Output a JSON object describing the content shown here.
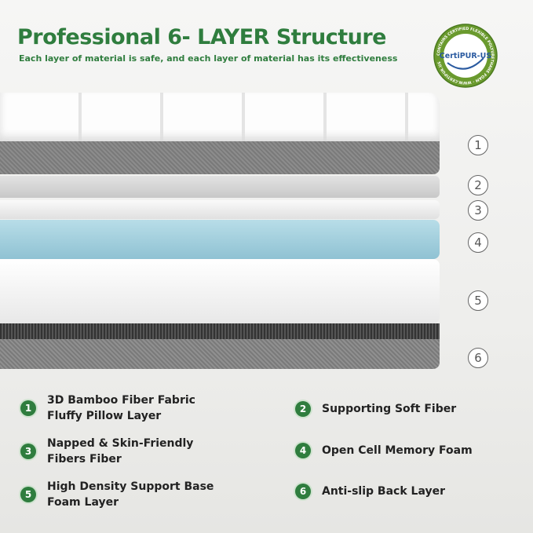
{
  "header": {
    "title": "Professional 6- LAYER Structure",
    "subtitle": "Each layer of material is safe, and each layer of material has its effectiveness"
  },
  "badge": {
    "text": "CertiPUR-US",
    "ring_text": "CONTAINS CERTIFIED FLEXIBLE POLYURETHANE FOAM · WWW.CERTIPUR.US"
  },
  "layer_numbers": [
    "1",
    "2",
    "3",
    "4",
    "5",
    "6"
  ],
  "legend": [
    {
      "num": "1",
      "label": "3D Bamboo Fiber Fabric\nFluffy Pillow Layer"
    },
    {
      "num": "2",
      "label": "Supporting Soft Fiber"
    },
    {
      "num": "3",
      "label": "Napped & Skin-Friendly\nFibers Fiber"
    },
    {
      "num": "4",
      "label": "Open Cell Memory Foam"
    },
    {
      "num": "5",
      "label": "High Density Support Base\nFoam Layer"
    },
    {
      "num": "6",
      "label": "Anti-slip Back Layer"
    }
  ],
  "colors": {
    "brand_green": "#2f7d3e",
    "memory_foam_blue": "#a9d3e0"
  }
}
